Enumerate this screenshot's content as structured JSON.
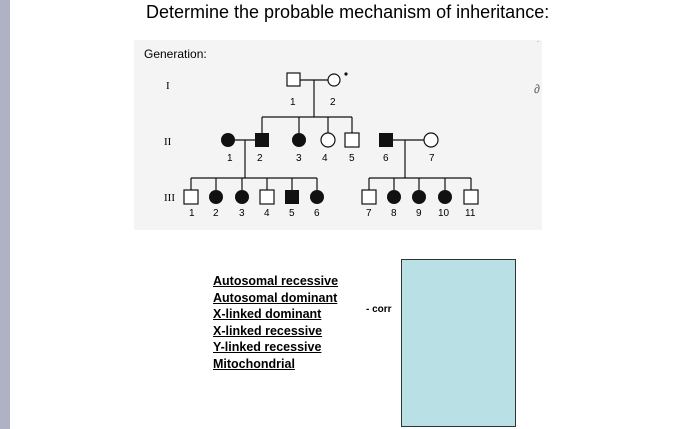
{
  "title": "Determine the probable mechanism of inheritance:",
  "generation_label": "Generation:",
  "generations": [
    "I",
    "II",
    "III"
  ],
  "gen1_numbers": [
    "1",
    "2"
  ],
  "gen2_numbers": [
    "1",
    "2",
    "3",
    "4",
    "5",
    "6",
    "7"
  ],
  "gen3_numbers": [
    "1",
    "2",
    "3",
    "4",
    "5",
    "6",
    "7",
    "8",
    "9",
    "10",
    "11"
  ],
  "options": [
    "Autosomal recessive",
    "Autosomal dominant",
    "X-linked dominant",
    "X-linked recessive",
    "Y-linked recessive",
    "Mitochondrial"
  ],
  "corr_text": "- corr",
  "answer_box_color": "#b9e0e4"
}
